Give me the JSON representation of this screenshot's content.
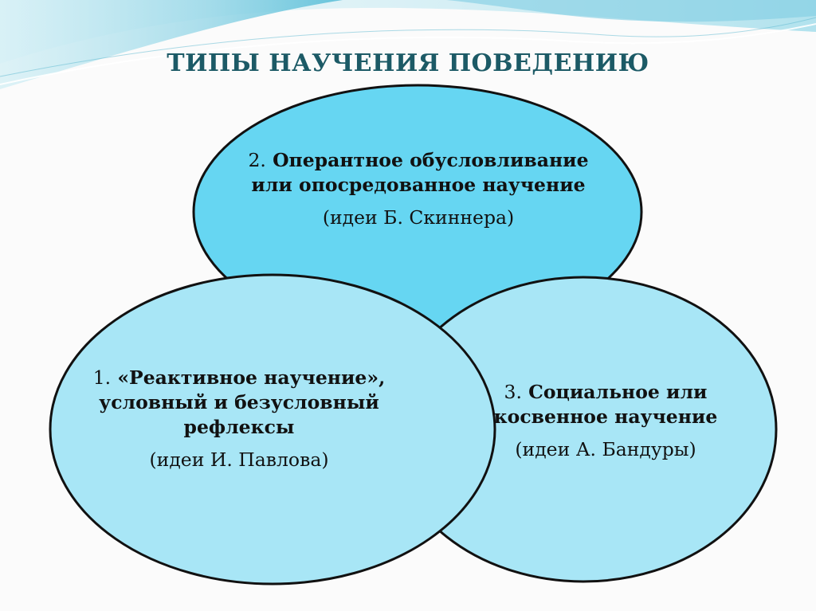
{
  "title": "ТИПЫ НАУЧЕНИЯ ПОВЕДЕНИЮ",
  "colors": {
    "title": "#1c5a66",
    "circle_top": "#66d6f2",
    "circle_left": "#a8e6f6",
    "circle_right": "#a8e6f6",
    "outline": "#111111"
  },
  "types": {
    "operant": {
      "number": "2.",
      "name": "Оперантное обусловливание или опосредованное научение",
      "author": "(идеи Б. Скиннера)"
    },
    "reactive": {
      "number": "1.",
      "name": "«Реактивное научение», условный и безусловный рефлексы",
      "author": "(идеи И. Павлова)"
    },
    "social": {
      "number": "3.",
      "name": "Социальное или косвенное научение",
      "author": "(идеи А. Бандуры)"
    }
  }
}
